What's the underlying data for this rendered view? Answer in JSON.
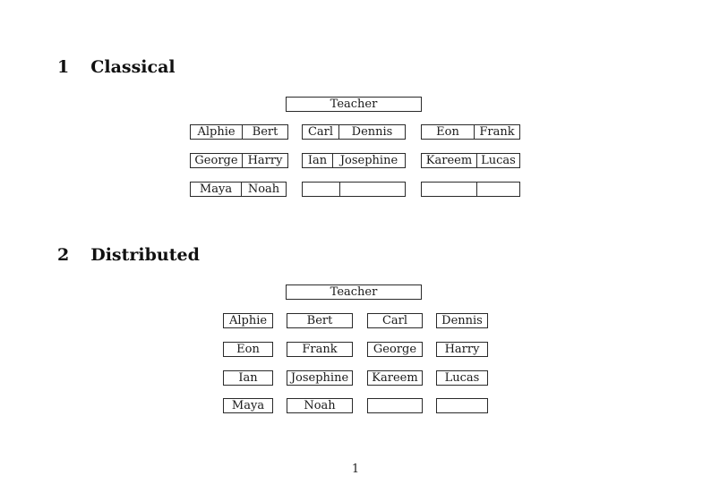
{
  "classical": {
    "number": "1",
    "title": "Classical",
    "teacher": "Teacher",
    "rows": [
      [
        [
          "Alphie",
          "Bert"
        ],
        [
          "Carl",
          "Dennis"
        ],
        [
          "Eon",
          "Frank"
        ]
      ],
      [
        [
          "George",
          "Harry"
        ],
        [
          "Ian",
          "Josephine"
        ],
        [
          "Kareem",
          "Lucas"
        ]
      ],
      [
        [
          "Maya",
          "Noah"
        ],
        [
          "",
          ""
        ],
        [
          "",
          ""
        ]
      ]
    ]
  },
  "distributed": {
    "number": "2",
    "title": "Distributed",
    "teacher": "Teacher",
    "rows": [
      [
        "Alphie",
        "Bert",
        "Carl",
        "Dennis"
      ],
      [
        "Eon",
        "Frank",
        "George",
        "Harry"
      ],
      [
        "Ian",
        "Josephine",
        "Kareem",
        "Lucas"
      ],
      [
        "Maya",
        "Noah",
        "",
        ""
      ]
    ]
  },
  "page": {
    "number": "1"
  },
  "colors": {
    "background": "#ffffff",
    "border": "#2a2a2a",
    "text": "#1a1a1a"
  }
}
